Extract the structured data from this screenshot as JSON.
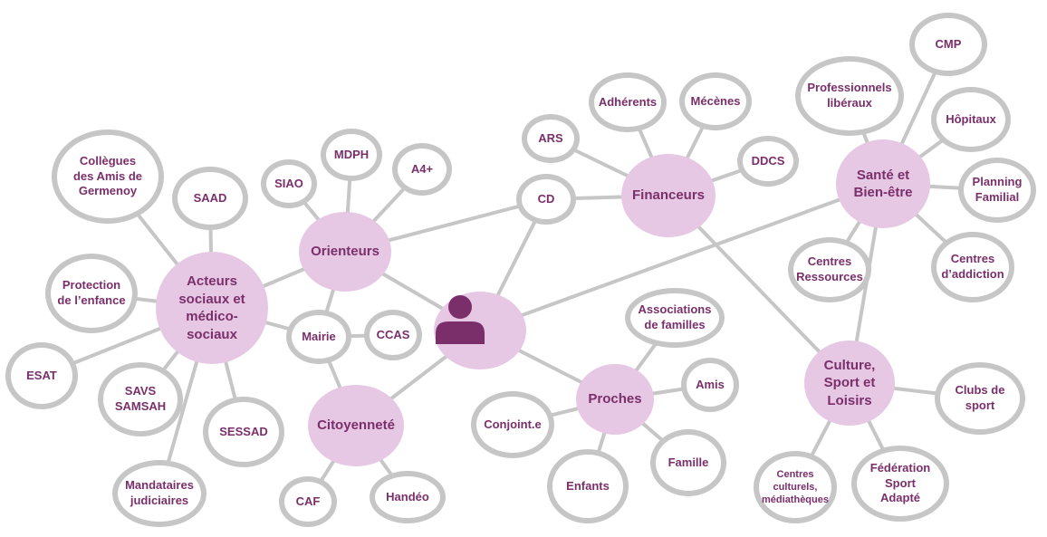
{
  "center": {
    "icon": "person-icon"
  },
  "hubs": {
    "acteurs": "Acteurs\nsociaux et\nmédico-\nsociaux",
    "orienteurs": "Orienteurs",
    "citoyennete": "Citoyenneté",
    "financeurs": "Financeurs",
    "sante": "Santé et\nBien-être",
    "culture": "Culture,\nSport et\nLoisirs",
    "proches": "Proches"
  },
  "leaves": {
    "collegues": "Collègues\ndes Amis de\nGermenoy",
    "saad": "SAAD",
    "protection": "Protection\nde l’enfance",
    "esat": "ESAT",
    "savs": "SAVS\nSAMSAH",
    "sessad": "SESSAD",
    "mandataires": "Mandataires\njudiciaires",
    "siao": "SIAO",
    "mdph": "MDPH",
    "a4plus": "A4+",
    "mairie": "Mairie",
    "ccas": "CCAS",
    "caf": "CAF",
    "handeo": "Handéo",
    "cd": "CD",
    "ars": "ARS",
    "adherents": "Adhérents",
    "mecenes": "Mécènes",
    "ddcs": "DDCS",
    "cmp": "CMP",
    "professionnels": "Professionnels\nlibéraux",
    "hopitaux": "Hôpitaux",
    "planning": "Planning\nFamilial",
    "centres_ressources": "Centres\nRessources",
    "centres_addiction": "Centres\nd’addiction",
    "associations": "Associations\nde familles",
    "amis": "Amis",
    "famille": "Famille",
    "enfants": "Enfants",
    "conjoint": "Conjoint.e",
    "clubs": "Clubs de\nsport",
    "federation": "Fédération\nSport\nAdapté",
    "centres_culturels": "Centres\nculturels,\nmédiathèques"
  },
  "colors": {
    "hub_fill": "#e7c8e4",
    "leaf_border": "#c6c6c6",
    "text": "#7a2f6b",
    "edge": "#c6c6c6"
  }
}
